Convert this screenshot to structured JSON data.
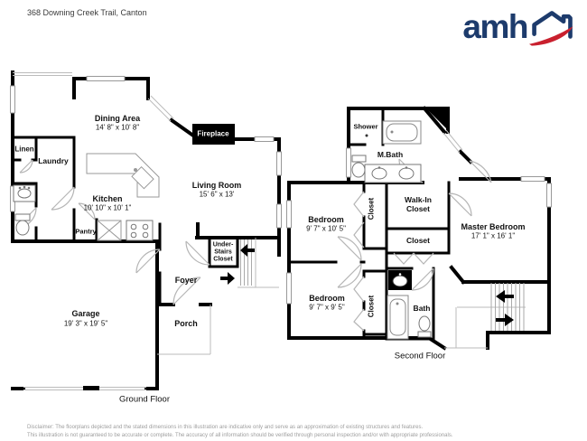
{
  "header": {
    "address": "368 Downing Creek Trail, Canton"
  },
  "logo": {
    "text": "amh"
  },
  "colors": {
    "wall": "#000000",
    "logo_navy": "#1d3b6c",
    "logo_red": "#c9202e",
    "detail_gray": "#b5b5b5",
    "disclaimer_text": "#9e9e9e"
  },
  "ground_floor": {
    "caption": "Ground Floor",
    "dining": {
      "name": "Dining Area",
      "dims": "14' 8\" x 10' 8\""
    },
    "living": {
      "name": "Living Room",
      "dims": "15' 6\" x 13'"
    },
    "kitchen": {
      "name": "Kitchen",
      "dims": "10' 10\" x 10' 1\""
    },
    "garage": {
      "name": "Garage",
      "dims": "19' 3\" x 19' 5\""
    },
    "linen": {
      "name": "Linen"
    },
    "laundry": {
      "name": "Laundry"
    },
    "pantry": {
      "name": "Pantry"
    },
    "foyer": {
      "name": "Foyer"
    },
    "porch": {
      "name": "Porch"
    },
    "fireplace": {
      "name": "Fireplace"
    },
    "understairs": {
      "name": "Under-Stairs Closet",
      "line1": "Under-",
      "line2": "Stairs",
      "line3": "Closet"
    }
  },
  "second_floor": {
    "caption": "Second Floor",
    "shower": {
      "name": "Shower"
    },
    "mbath": {
      "name": "M.Bath"
    },
    "walkin": {
      "name": "Walk-In Closet"
    },
    "closet_hall1": {
      "name": "Closet"
    },
    "closet_hall2": {
      "name": "Closet"
    },
    "closet_small": {
      "name": "Closet"
    },
    "bedroom1": {
      "name": "Bedroom",
      "dims": "9' 7\" x 10' 5\""
    },
    "bedroom2": {
      "name": "Bedroom",
      "dims": "9' 7\" x 9' 5\""
    },
    "master": {
      "name": "Master Bedroom",
      "dims": "17' 1\" x 16' 1\""
    },
    "bath": {
      "name": "Bath"
    }
  },
  "footer": {
    "line1": "Disclaimer: The floorplans depicted and the stated dimensions in this illustration are indicative only and serve as an approximation of existing structures and features.",
    "line2": "This illustration is not guaranteed to be accurate or complete. The accuracy of all information should be verified through personal inspection and/or with appropriate professionals."
  }
}
